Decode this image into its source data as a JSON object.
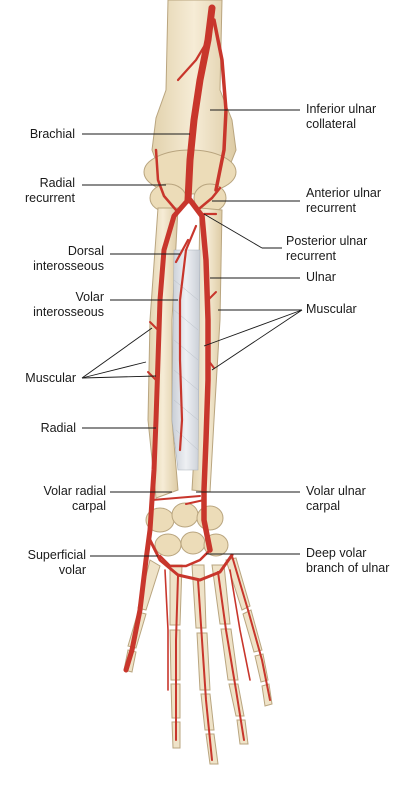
{
  "labels_left": [
    {
      "id": "brachial",
      "lines": [
        "Brachial"
      ]
    },
    {
      "id": "radial-recurrent",
      "lines": [
        "Radial",
        "recurrent"
      ]
    },
    {
      "id": "dorsal-interosseous",
      "lines": [
        "Dorsal",
        "interosseous"
      ]
    },
    {
      "id": "volar-interosseous",
      "lines": [
        "Volar",
        "interosseous"
      ]
    },
    {
      "id": "muscular-left",
      "lines": [
        "Muscular"
      ]
    },
    {
      "id": "radial",
      "lines": [
        "Radial"
      ]
    },
    {
      "id": "volar-radial-carpal",
      "lines": [
        "Volar radial",
        "carpal"
      ]
    },
    {
      "id": "superficial-volar",
      "lines": [
        "Superficial",
        "volar"
      ]
    }
  ],
  "labels_right": [
    {
      "id": "inferior-ulnar-collateral",
      "lines": [
        "Inferior ulnar",
        "collateral"
      ]
    },
    {
      "id": "anterior-ulnar-recurrent",
      "lines": [
        "Anterior ulnar",
        "recurrent"
      ]
    },
    {
      "id": "posterior-ulnar-recurrent",
      "lines": [
        "Posterior ulnar",
        "recurrent"
      ]
    },
    {
      "id": "ulnar",
      "lines": [
        "Ulnar"
      ]
    },
    {
      "id": "muscular-right",
      "lines": [
        "Muscular"
      ]
    },
    {
      "id": "volar-ulnar-carpal",
      "lines": [
        "Volar ulnar",
        "carpal"
      ]
    },
    {
      "id": "deep-volar-branch-of-ulnar",
      "lines": [
        "Deep volar",
        "branch of ulnar"
      ]
    }
  ],
  "colors": {
    "bone": "#efe3c8",
    "bone_edge": "#b9a57f",
    "artery": "#c8362c",
    "artery_dark": "#8f1f18",
    "membrane": "#d9dde2",
    "leader": "#1a1a1a"
  }
}
